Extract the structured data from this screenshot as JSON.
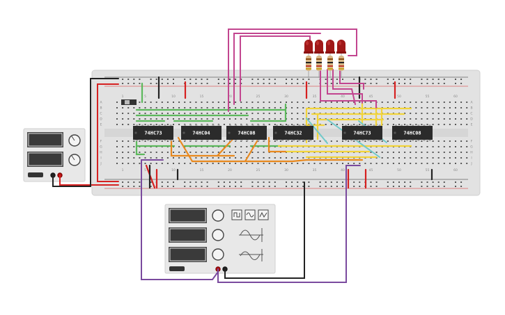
{
  "breadboard": {
    "column_numbers_top": [
      "1",
      "5",
      "10",
      "15",
      "20",
      "25",
      "30",
      "35",
      "40",
      "45",
      "50",
      "55",
      "60"
    ],
    "column_numbers_bottom": [
      "1",
      "5",
      "10",
      "15",
      "20",
      "25",
      "30",
      "35",
      "40",
      "45",
      "50",
      "55",
      "60"
    ],
    "row_letters_top": [
      "A",
      "B",
      "C",
      "D",
      "E"
    ],
    "row_letters_bottom": [
      "F",
      "G",
      "H",
      "I",
      "J"
    ]
  },
  "chips": [
    {
      "label": "74HC73"
    },
    {
      "label": "74HC04"
    },
    {
      "label": "74HC08"
    },
    {
      "label": "74HC32"
    },
    {
      "label": "74HC73"
    },
    {
      "label": "74HC08"
    }
  ],
  "colors": {
    "board": "#e2e2e2",
    "chip": "#2b2b2b",
    "wire_green": "#5cb85c",
    "wire_yellow": "#f2d43a",
    "wire_orange": "#e8891e",
    "wire_cyan": "#6fc9c9",
    "wire_magenta": "#c2458f",
    "wire_purple": "#7a4a9e",
    "wire_black": "#222222",
    "wire_red": "#d62020",
    "led": "#a01818"
  }
}
